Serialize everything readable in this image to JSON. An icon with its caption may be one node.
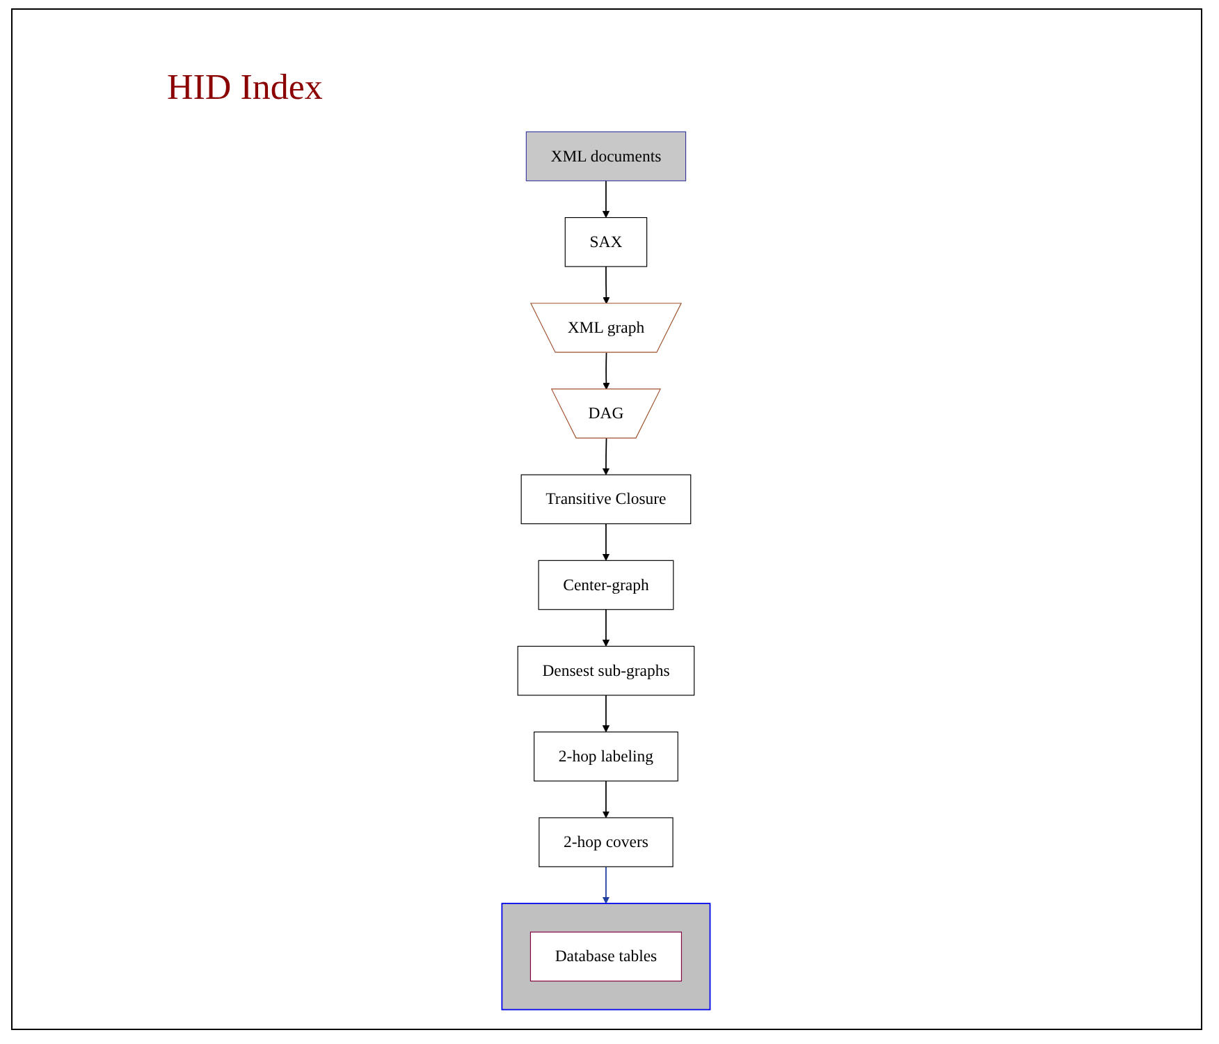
{
  "diagram": {
    "title": "HID Index",
    "nodes": [
      {
        "text": [
          "XML documents"
        ]
      },
      {
        "text": [
          "SAX"
        ]
      },
      {
        "text": [
          "Transitive Closure"
        ]
      },
      {
        "text": [
          "DAG"
        ]
      },
      {
        "text": [
          "XML graph"
        ]
      },
      {
        "text": [
          "Center-graph"
        ]
      },
      {
        "text": [
          "Densest sub-graphs"
        ]
      },
      {
        "text": [
          "2-hop labeling"
        ]
      },
      {
        "text": [
          "2-hop covers"
        ]
      },
      {
        "text": [],
        "shape": "cylinder"
      },
      {
        "text": [
          "Database tables"
        ],
        "in": 9
      }
    ],
    "edges": [
      {
        "from": 0,
        "to": 1,
        "arrow": "to"
      },
      {
        "from": 1,
        "to": 4,
        "arrow": "to"
      },
      {
        "from": 4,
        "to": 3,
        "arrow": "to"
      },
      {
        "from": 3,
        "to": 2,
        "arrow": "to"
      },
      {
        "from": 2,
        "to": 5,
        "arrow": "to"
      },
      {
        "from": 5,
        "to": 6,
        "arrow": "to"
      },
      {
        "from": 6,
        "to": 7,
        "arrow": "to"
      },
      {
        "from": 7,
        "to": 8,
        "arrow": "to"
      },
      {
        "from": 8,
        "to": 9,
        "arrow": "to",
        "color": "#1f3f9f"
      }
    ]
  }
}
